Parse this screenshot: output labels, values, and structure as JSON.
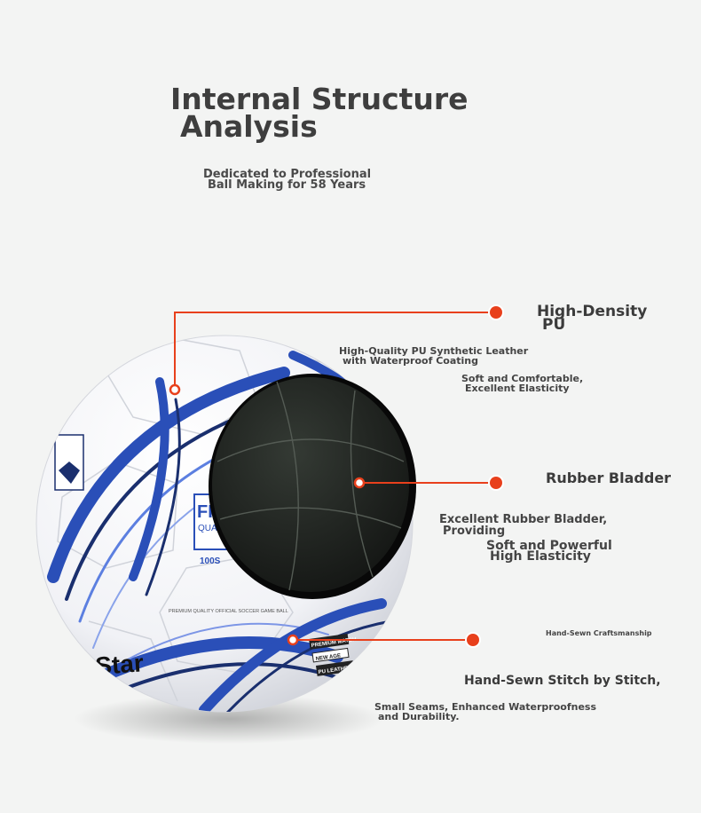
{
  "header": {
    "title_line1": "Internal Structure",
    "title_line2": "Analysis",
    "subtitle_line1": "Dedicated to Professional",
    "subtitle_line2": "Ball Making for 58 Years"
  },
  "ball": {
    "brand_text": "Star",
    "label_fifa": "FIFA",
    "label_quality": "QUALITY",
    "model_fragment": "100S",
    "tag_line1": "PREMIUM MATCH",
    "tag_line2": "NEW AGE",
    "tag_line3": "PU LEATHER",
    "panel_text": "PREMIUM QUALITY OFFICIAL SOCCER GAME BALL"
  },
  "features": [
    {
      "title_line1": "High-Density",
      "title_line2": "PU",
      "desc1_line1": "High-Quality PU Synthetic Leather",
      "desc1_line2": "with Waterproof Coating",
      "desc2_line1": "Soft and Comfortable,",
      "desc2_line2": "Excellent Elasticity"
    },
    {
      "title_line1": "Rubber Bladder",
      "desc1_line1": "Excellent Rubber Bladder,",
      "desc1_line2": "Providing",
      "desc2_line1": "Soft and Powerful",
      "desc2_line2": "High Elasticity"
    },
    {
      "small_label": "Hand-Sewn Craftsmanship",
      "title_line1": "Hand-Sewn Stitch by Stitch,",
      "desc1_line1": "Small Seams, Enhanced Waterproofness",
      "desc1_line2": "and Durability."
    }
  ],
  "colors": {
    "accent": "#e8401c",
    "ball_blue": "#2a4fb8",
    "bladder": "#1b1e1b",
    "text": "#3b3b3b"
  }
}
